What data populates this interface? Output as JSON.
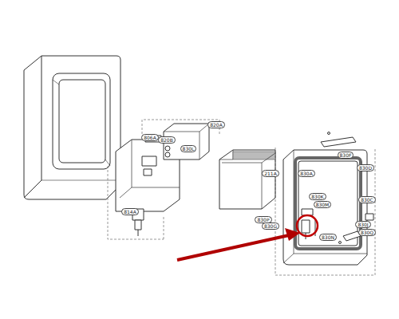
{
  "diagram": {
    "labels": [
      "806A",
      "820B",
      "830L",
      "820A",
      "814A",
      "211A",
      "830F",
      "830D",
      "830A",
      "830K",
      "830M",
      "830P",
      "830G",
      "830N",
      "830C",
      "830J",
      "830Q"
    ]
  }
}
